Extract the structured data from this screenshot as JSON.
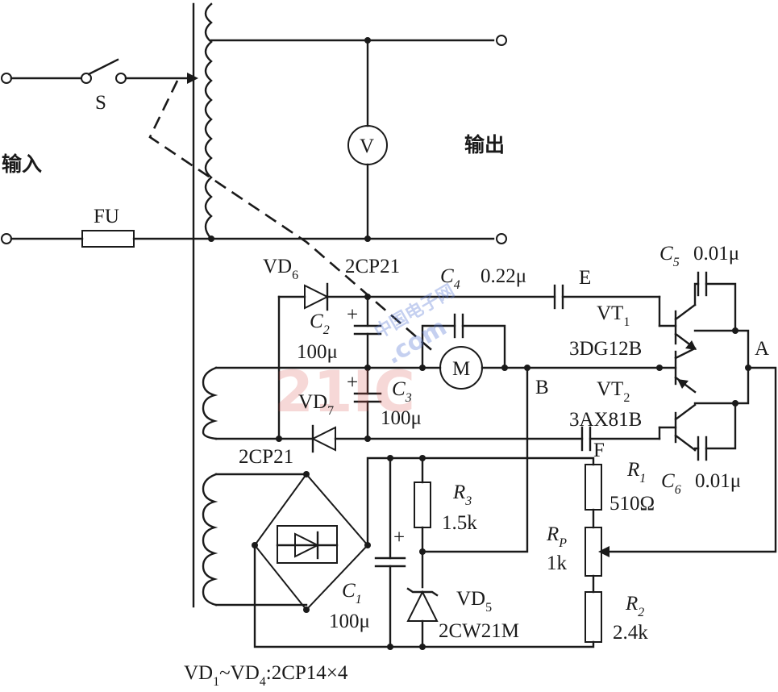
{
  "labels": {
    "switch": "S",
    "fuse": "FU",
    "input": "输入",
    "output": "输出",
    "voltmeter": "V",
    "motor": "M",
    "vd6": "VD",
    "vd6_sub": "6",
    "vd6_type": "2CP21",
    "vd7": "VD",
    "vd7_sub": "7",
    "vd7_type": "2CP21",
    "c2": "C",
    "c2_sub": "2",
    "c2_val": "100μ",
    "c3": "C",
    "c3_sub": "3",
    "c3_val": "100μ",
    "c4": "C",
    "c4_sub": "4",
    "c4_val": "0.22μ",
    "c5": "C",
    "c5_sub": "5",
    "c5_val": "0.01μ",
    "c6": "C",
    "c6_sub": "6",
    "c6_val": "0.01μ",
    "c1": "C",
    "c1_sub": "1",
    "c1_val": "100μ",
    "vt1": "VT",
    "vt1_sub": "1",
    "vt1_type": "3DG12B",
    "vt2": "VT",
    "vt2_sub": "2",
    "vt2_type": "3AX81B",
    "r1": "R",
    "r1_sub": "1",
    "r1_val": "510Ω",
    "rp": "R",
    "rp_sub": "P",
    "rp_val": "1k",
    "r2": "R",
    "r2_sub": "2",
    "r2_val": "2.4k",
    "r3": "R",
    "r3_sub": "3",
    "r3_val": "1.5k",
    "vd5": "VD",
    "vd5_sub": "5",
    "vd5_type": "2CW21M",
    "node_a": "A",
    "node_b": "B",
    "node_e": "E",
    "node_f": "F",
    "bridge_pre": "VD",
    "bridge_sub1": "1",
    "bridge_mid": "~VD",
    "bridge_sub2": "4",
    "bridge_type": ":2CP14×4",
    "plus": "+"
  },
  "watermark": {
    "main": "21IC",
    "cn": "中国电子网",
    "domain": ".com"
  }
}
